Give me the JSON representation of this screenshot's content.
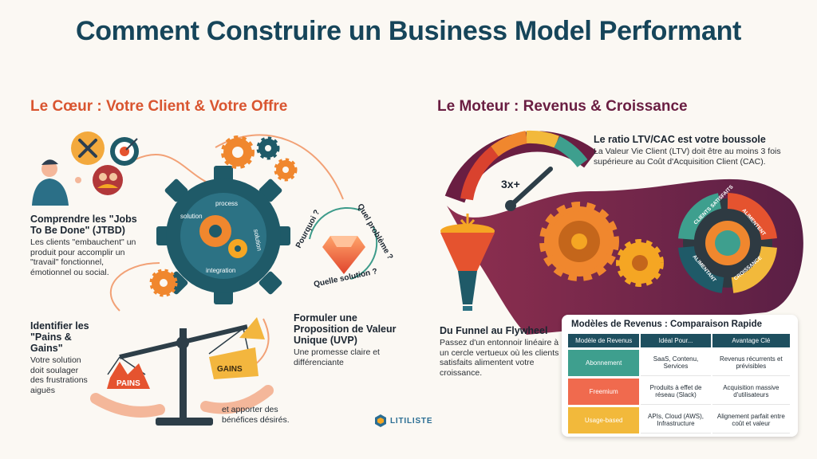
{
  "title": "Comment Construire un Business Model Performant",
  "left_section": {
    "title": "Le Cœur : Votre Client & Votre Offre",
    "jtbd": {
      "title": "Comprendre les \"Jobs To Be Done\" (JTBD)",
      "text": "Les clients \"embauchent\" un produit pour accomplir un \"travail\" fonctionnel, émotionnel ou social."
    },
    "pains_gains": {
      "title": "Identifier les \"Pains & Gains\"",
      "text": "Votre solution doit soulager des frustrations aiguës",
      "text_end": "et apporter des bénéfices désirés."
    },
    "gear_labels": [
      "process",
      "solution",
      "solution",
      "integration"
    ],
    "scale": {
      "pains": "PAINS",
      "gains": "GAINS"
    },
    "uvp_cycle": [
      "Pourquoi ?",
      "Quel problème ?",
      "Quelle solution ?"
    ],
    "uvp": {
      "title": "Formuler une Proposition de Valeur Unique (UVP)",
      "text": "Une promesse claire et différenciante"
    }
  },
  "right_section": {
    "title": "Le Moteur : Revenus & Croissance",
    "gauge_label": "3x+",
    "ltv": {
      "title": "Le ratio LTV/CAC est votre boussole",
      "text": "La Valeur Vie Client (LTV) doit être au moins 3 fois supérieure au Coût d'Acquisition Client (CAC)."
    },
    "flywheel_labels": [
      "CLIENTS SATISFAITS",
      "ALIMENTENT",
      "CROISSANCE",
      "ALIMENTANT"
    ],
    "funnel": {
      "title": "Du Funnel au Flywheel",
      "text": "Passez d'un entonnoir linéaire à un cercle vertueux où les clients satisfaits alimentent votre croissance."
    },
    "revenue_table": {
      "title": "Modèles de Revenus : Comparaison Rapide",
      "headers": [
        "Modèle de Revenus",
        "Idéal Pour...",
        "Avantage Clé"
      ],
      "rows": [
        {
          "model": "Abonnement",
          "ideal": "SaaS, Contenu, Services",
          "advantage": "Revenus récurrents et prévisibles",
          "color": "#3e9f8e"
        },
        {
          "model": "Freemium",
          "ideal": "Produits à effet de réseau (Slack)",
          "advantage": "Acquisition massive d'utilisateurs",
          "color": "#f06a4e"
        },
        {
          "model": "Usage-based",
          "ideal": "APIs, Cloud (AWS), Infrastructure",
          "advantage": "Alignement parfait entre coût et valeur",
          "color": "#f2b93b"
        }
      ]
    }
  },
  "logo": {
    "text": "LITILISTE"
  },
  "colors": {
    "title": "#16455a",
    "left_accent": "#d95530",
    "right_accent": "#6a1e42",
    "gear_teal": "#1f5a68",
    "gear_orange": "#f0872e"
  }
}
